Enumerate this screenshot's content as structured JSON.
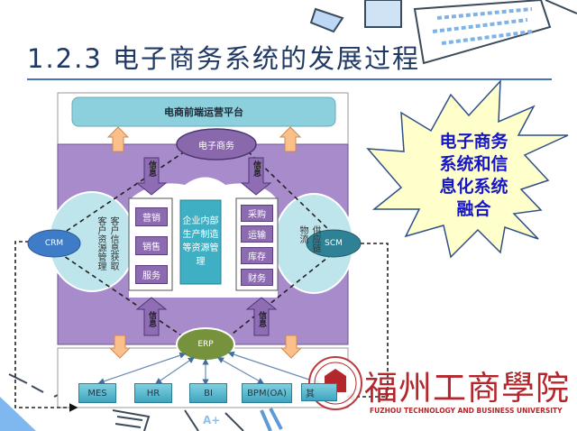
{
  "slide": {
    "title": "1.2.3 电子商务系统的发展过程"
  },
  "diagram": {
    "platform": "电商前端运营平台",
    "ecommerce": "电子商务",
    "crm": "CRM",
    "scm": "SCM",
    "erp": "ERP",
    "info_label": "信息",
    "left_cloud": [
      "客户信息获取",
      "客户资源管理"
    ],
    "right_cloud": [
      "供应链",
      "物流"
    ],
    "left_column": [
      "营销",
      "销售",
      "服务"
    ],
    "center_box": "企业内部生产制造等资源管理",
    "right_column": [
      "采购",
      "运输",
      "库存",
      "财务"
    ],
    "modules": [
      "MES",
      "HR",
      "BI",
      "BPM(OA)",
      "其"
    ]
  },
  "callout": {
    "lines": [
      "电子商务",
      "系统和信",
      "息化系统",
      "融合"
    ]
  },
  "logo": {
    "name_cn": "福州工商學院",
    "name_en": "FUZHOU TECHNOLOGY AND BUSINESS UNIVERSITY"
  },
  "colors": {
    "title": "#1f3864",
    "purple": "#a88bcb",
    "teal": "#8ccfdd",
    "callout_text": "#1616c8",
    "logo_red": "#b3262b"
  }
}
